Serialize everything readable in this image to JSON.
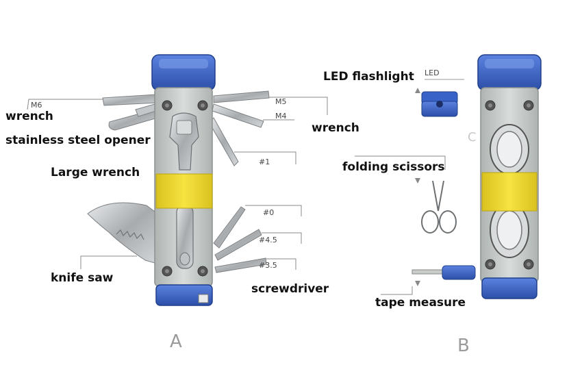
{
  "panel_a": {
    "letter": "A",
    "labels": {
      "wrench_left": "wrench",
      "opener": "stainless steel opener",
      "large_wrench": "Large wrench",
      "knife_saw": "knife saw",
      "wrench_right": "wrench",
      "screwdriver": "screwdriver"
    },
    "sizes": {
      "m6": "M6",
      "m5": "M5",
      "m4": "M4",
      "pz1": "#1",
      "pz0": "#0",
      "pz45": "#4.5",
      "pz35": "#3.5"
    }
  },
  "panel_b": {
    "letter": "B",
    "labels": {
      "flashlight": "LED flashlight",
      "flashlight_tag": "LED",
      "scissors": "folding scissors",
      "tape": "tape measure"
    },
    "stray_glyph": "C"
  },
  "colors": {
    "blue": "#3a63c8",
    "grey_body": "#c9cfcc",
    "yellow_band": "#f0dc32",
    "steel": "#b6babd"
  }
}
